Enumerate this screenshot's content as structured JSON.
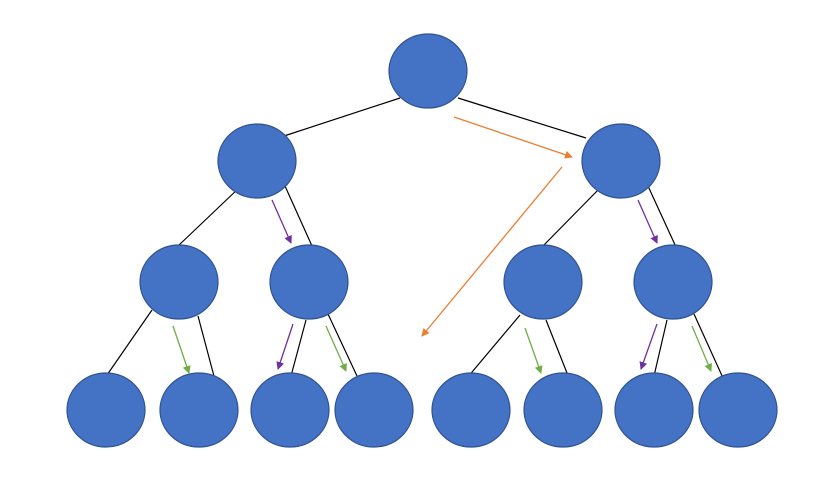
{
  "diagram": {
    "type": "binary-tree",
    "levels": 4,
    "node_count": 15,
    "colors": {
      "node_fill": "#4472C4",
      "node_stroke": "#2F528F",
      "edge": "#000000",
      "arrow_orange": "#ED7D31",
      "arrow_purple": "#7030A0",
      "arrow_green": "#70AD47"
    },
    "nodes": [
      {
        "id": "n0",
        "parent": null
      },
      {
        "id": "n1",
        "parent": "n0"
      },
      {
        "id": "n2",
        "parent": "n0"
      },
      {
        "id": "n3",
        "parent": "n1"
      },
      {
        "id": "n4",
        "parent": "n1"
      },
      {
        "id": "n5",
        "parent": "n2"
      },
      {
        "id": "n6",
        "parent": "n2"
      },
      {
        "id": "n7",
        "parent": "n3"
      },
      {
        "id": "n8",
        "parent": "n3"
      },
      {
        "id": "n9",
        "parent": "n4"
      },
      {
        "id": "n10",
        "parent": "n4"
      },
      {
        "id": "n11",
        "parent": "n5"
      },
      {
        "id": "n12",
        "parent": "n5"
      },
      {
        "id": "n13",
        "parent": "n6"
      },
      {
        "id": "n14",
        "parent": "n6"
      }
    ],
    "arrows": [
      {
        "color": "orange",
        "along_edge": "n0-n2"
      },
      {
        "color": "orange",
        "from_node": "n2",
        "toward": "lower-left"
      },
      {
        "color": "purple",
        "along_edge": "n1-n4"
      },
      {
        "color": "purple",
        "along_edge": "n2-n6"
      },
      {
        "color": "green",
        "along_edge": "n3-n8"
      },
      {
        "color": "purple",
        "along_edge": "n4-n9"
      },
      {
        "color": "green",
        "along_edge": "n4-n10"
      },
      {
        "color": "green",
        "along_edge": "n5-n12"
      },
      {
        "color": "purple",
        "along_edge": "n6-n13"
      },
      {
        "color": "green",
        "along_edge": "n6-n14"
      }
    ]
  }
}
